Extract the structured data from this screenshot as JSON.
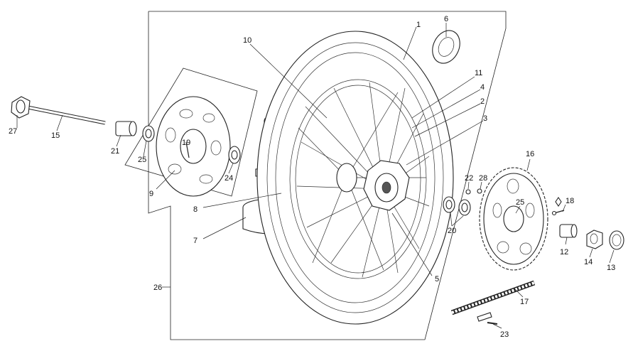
{
  "diagram": {
    "labels": [
      {
        "id": "p1",
        "text": "1"
      },
      {
        "id": "p2",
        "text": "2"
      },
      {
        "id": "p3",
        "text": "3"
      },
      {
        "id": "p4",
        "text": "4"
      },
      {
        "id": "p5",
        "text": "5"
      },
      {
        "id": "p6",
        "text": "6"
      },
      {
        "id": "p7",
        "text": "7"
      },
      {
        "id": "p8",
        "text": "8"
      },
      {
        "id": "p9",
        "text": "9"
      },
      {
        "id": "p10",
        "text": "10"
      },
      {
        "id": "p11",
        "text": "11"
      },
      {
        "id": "p12",
        "text": "12"
      },
      {
        "id": "p13",
        "text": "13"
      },
      {
        "id": "p14",
        "text": "14"
      },
      {
        "id": "p15",
        "text": "15"
      },
      {
        "id": "p16",
        "text": "16"
      },
      {
        "id": "p17",
        "text": "17"
      },
      {
        "id": "p18",
        "text": "18"
      },
      {
        "id": "p19",
        "text": "19"
      },
      {
        "id": "p20",
        "text": "20"
      },
      {
        "id": "p21",
        "text": "21"
      },
      {
        "id": "p22",
        "text": "22"
      },
      {
        "id": "p23",
        "text": "23"
      },
      {
        "id": "p24",
        "text": "24"
      },
      {
        "id": "p25a",
        "text": "25"
      },
      {
        "id": "p25b",
        "text": "25"
      },
      {
        "id": "p26",
        "text": "26"
      },
      {
        "id": "p27",
        "text": "27"
      },
      {
        "id": "p28",
        "text": "28"
      }
    ]
  }
}
